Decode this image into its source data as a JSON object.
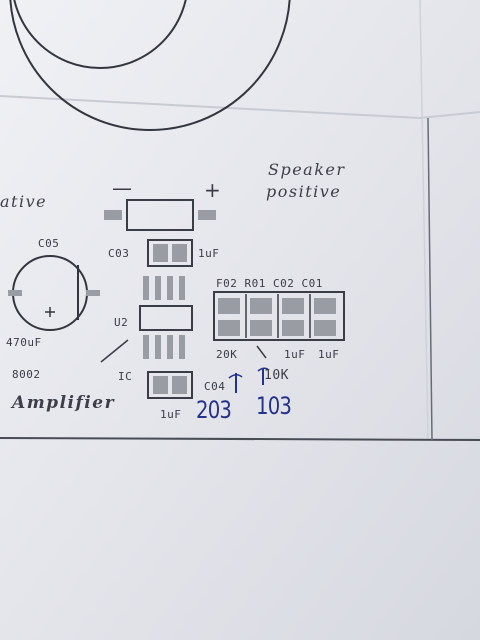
{
  "labels": {
    "negative_partial": "ative",
    "speaker_positive_line1": "Speaker",
    "speaker_positive_line2": "positive",
    "minus": "—",
    "plus": "+",
    "c05": "C05",
    "c03": "C03",
    "c03_value": "1uF",
    "header_row": "F02 R01 C02 C01",
    "u2": "U2",
    "c05_value": "470uF",
    "ic_part": "8002",
    "ic": "IC",
    "c04": "C04",
    "c04_value": "1uF",
    "r20k": "20K",
    "c02_value": "1uF",
    "c01_value": "1uF",
    "r10k": "10K",
    "amplifier": "Amplifier"
  },
  "handwriting": {
    "code_a": "203",
    "code_b": "103"
  },
  "colors": {
    "paper": "#e8e9ee",
    "print": "#3a3c46",
    "pad": "#9a9ca4",
    "ink": "#25328a"
  }
}
